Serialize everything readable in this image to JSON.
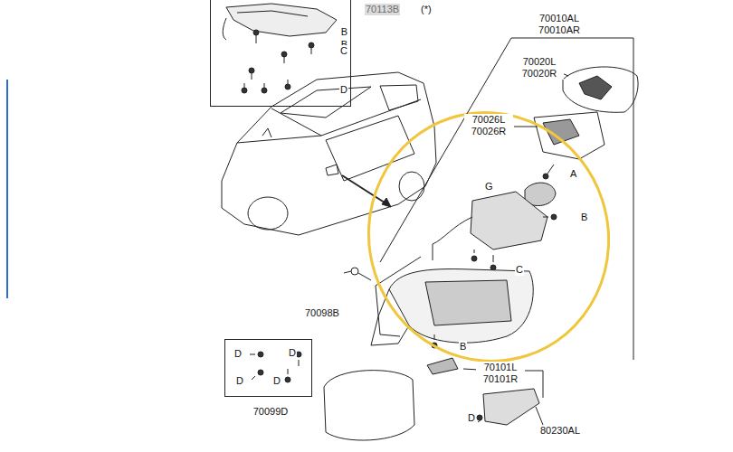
{
  "diagram": {
    "nodes": [
      {
        "text": [
          "B",
          "B",
          "C",
          "D",
          "D",
          "D"
        ]
      },
      {
        "text": [
          "70010AL 70010AR",
          "70020L 70020R",
          "70026L 70026R",
          "A",
          "G",
          "B",
          "C",
          "B"
        ]
      },
      {
        "text": [
          "D",
          "D",
          "D",
          "D",
          "70099D"
        ]
      }
    ],
    "edges": [],
    "labels": [
      "70113B",
      "(*)",
      "70098B",
      "70101L 70101R",
      "D",
      "80230AL"
    ]
  }
}
